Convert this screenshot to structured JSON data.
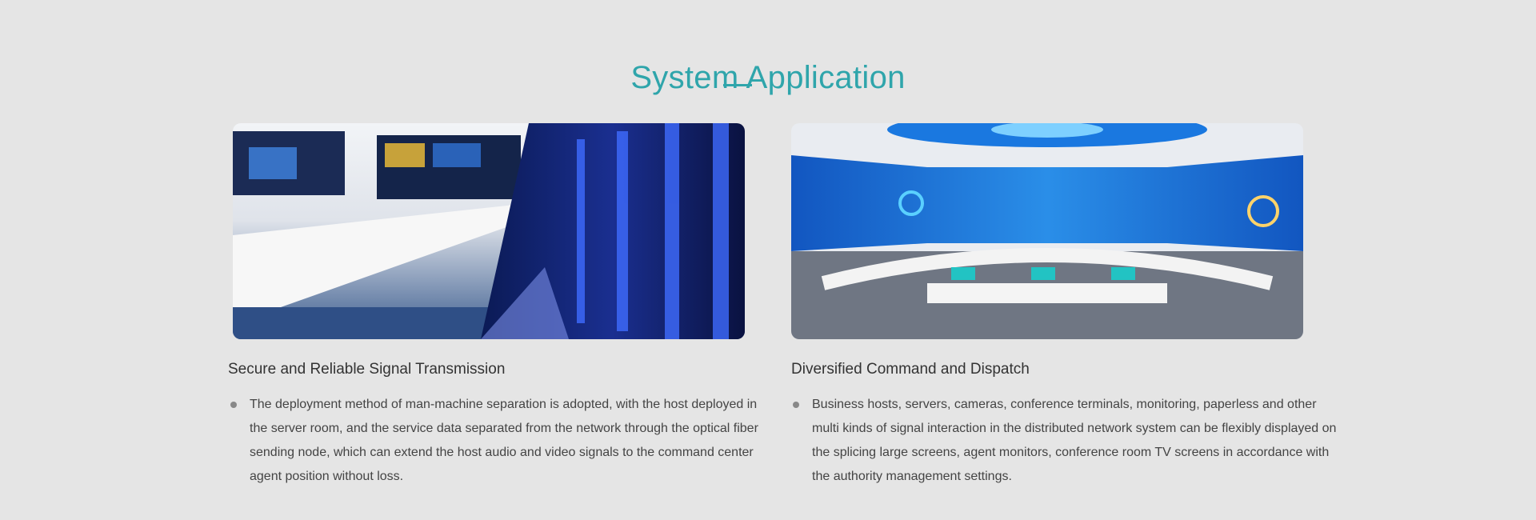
{
  "section": {
    "title": "System Application",
    "accent_color": "#2fa5ab"
  },
  "applications": [
    {
      "heading": "Secure and Reliable Signal Transmission",
      "description": "The deployment method of man-machine separation is adopted, with the host deployed in the server room, and the service data separated from the network through the optical fiber sending node, which can extend the host audio and video signals to the command center agent position without loss."
    },
    {
      "heading": "Diversified Command and Dispatch",
      "description": "Business hosts, servers, cameras, conference terminals, monitoring, paperless and other multi kinds of signal interaction in the distributed network system can be flexibly displayed on the splicing large screens, agent monitors, conference room TV screens in accordance with the authority management settings."
    }
  ]
}
